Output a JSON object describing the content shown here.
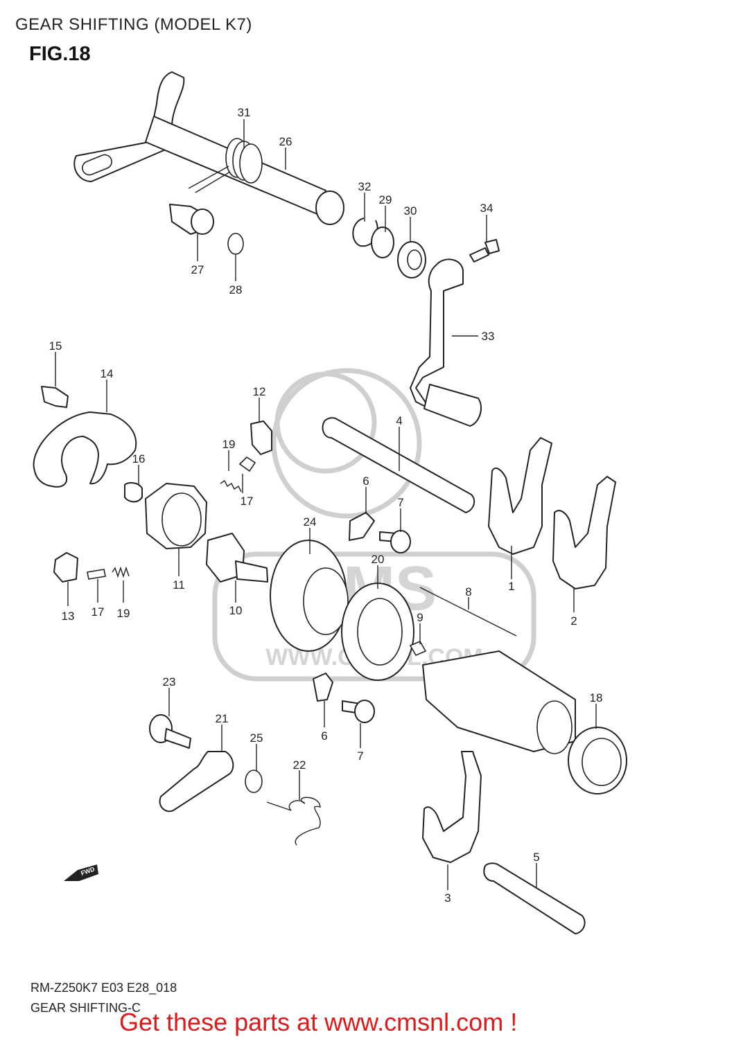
{
  "header": {
    "title": "GEAR SHIFTING (MODEL K7)",
    "figure": "FIG.18"
  },
  "watermark": {
    "brand": "CMS",
    "url": "WWW.CMSNL.COM"
  },
  "direction_marker": "FWD",
  "callouts": [
    "1",
    "2",
    "3",
    "4",
    "5",
    "6",
    "6",
    "7",
    "7",
    "8",
    "9",
    "10",
    "11",
    "12",
    "13",
    "14",
    "15",
    "16",
    "17",
    "17",
    "18",
    "19",
    "19",
    "20",
    "21",
    "22",
    "23",
    "24",
    "25",
    "26",
    "27",
    "28",
    "29",
    "30",
    "31",
    "32",
    "33",
    "34"
  ],
  "footer": {
    "code": "RM-Z250K7 E03 E28_018",
    "name": "GEAR SHIFTING-C",
    "promo": "Get these parts at www.cmsnl.com !"
  },
  "colors": {
    "promo": "#e01818",
    "watermark": "#cfcfcf",
    "line": "#222222"
  }
}
